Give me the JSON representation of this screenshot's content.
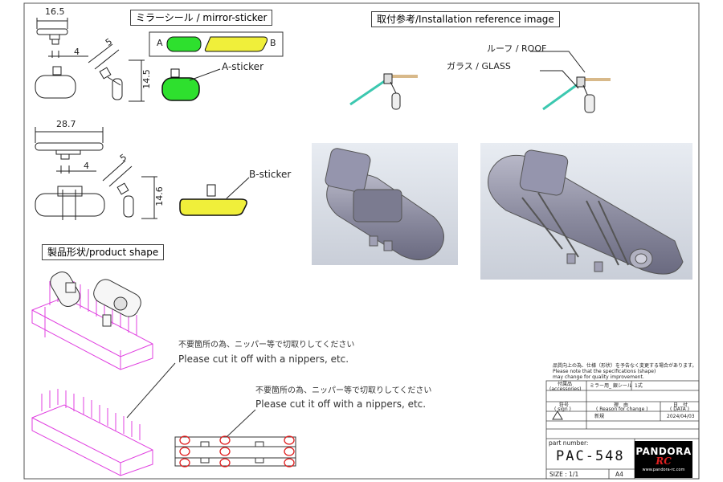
{
  "header": {
    "mirror_sticker": "ミラーシール / mirror-sticker",
    "installation_reference": "取付参考/Installation reference image",
    "product_shape": "製品形状/product shape"
  },
  "stickers": {
    "a_label": "A",
    "b_label": "B",
    "a_callout": "A-sticker",
    "b_callout": "B-sticker",
    "color_a": "#2ee02e",
    "color_b": "#f0ef3a"
  },
  "dimensions": {
    "a_width": "16.5",
    "a_depth": "4",
    "a_offset": "5",
    "a_height": "14.5",
    "b_width": "28.7",
    "b_depth": "4",
    "b_offset": "5",
    "b_height": "14.6"
  },
  "installation": {
    "roof": "ルーフ / ROOF",
    "glass": "ガラス / GLASS"
  },
  "notes": {
    "cut_jp": "不要箇所の為、ニッパー等で切取りしてください",
    "cut_en": "Please cut it off with a nippers, etc."
  },
  "title_block": {
    "notice_jp": "品質向上の為、仕様（形状）を予告なく変更する場合があります。",
    "notice_en_1": "Please note that the specifications (shape)",
    "notice_en_2": "may change for quality improvement.",
    "accessories_jp": "付属品",
    "accessories_en": "(accessories)",
    "accessory_value": "ミラー用_ 銀シール",
    "accessory_count": "1式",
    "sign_jp": "符号",
    "sign_en": "( sign )",
    "reason_jp": "理　由",
    "reason_en": "( Reason for change )",
    "date_jp": "日　付",
    "date_en": "( DATA )",
    "new_entry": "新規",
    "date_value": "2024/04/03",
    "part_number_label": "part number:",
    "part_number": "PAC-548",
    "size_label": "SIZE : 1/1",
    "paper": "A4",
    "logo_main": "PANDORA",
    "logo_sub": "RC",
    "logo_url": "www.pandora-rc.com"
  },
  "colors": {
    "magenta": "#e040e0",
    "teal": "#3cc8b0",
    "tan": "#d8b98a",
    "render_gray": "#8a8a9a",
    "cut_red": "#e02020"
  }
}
